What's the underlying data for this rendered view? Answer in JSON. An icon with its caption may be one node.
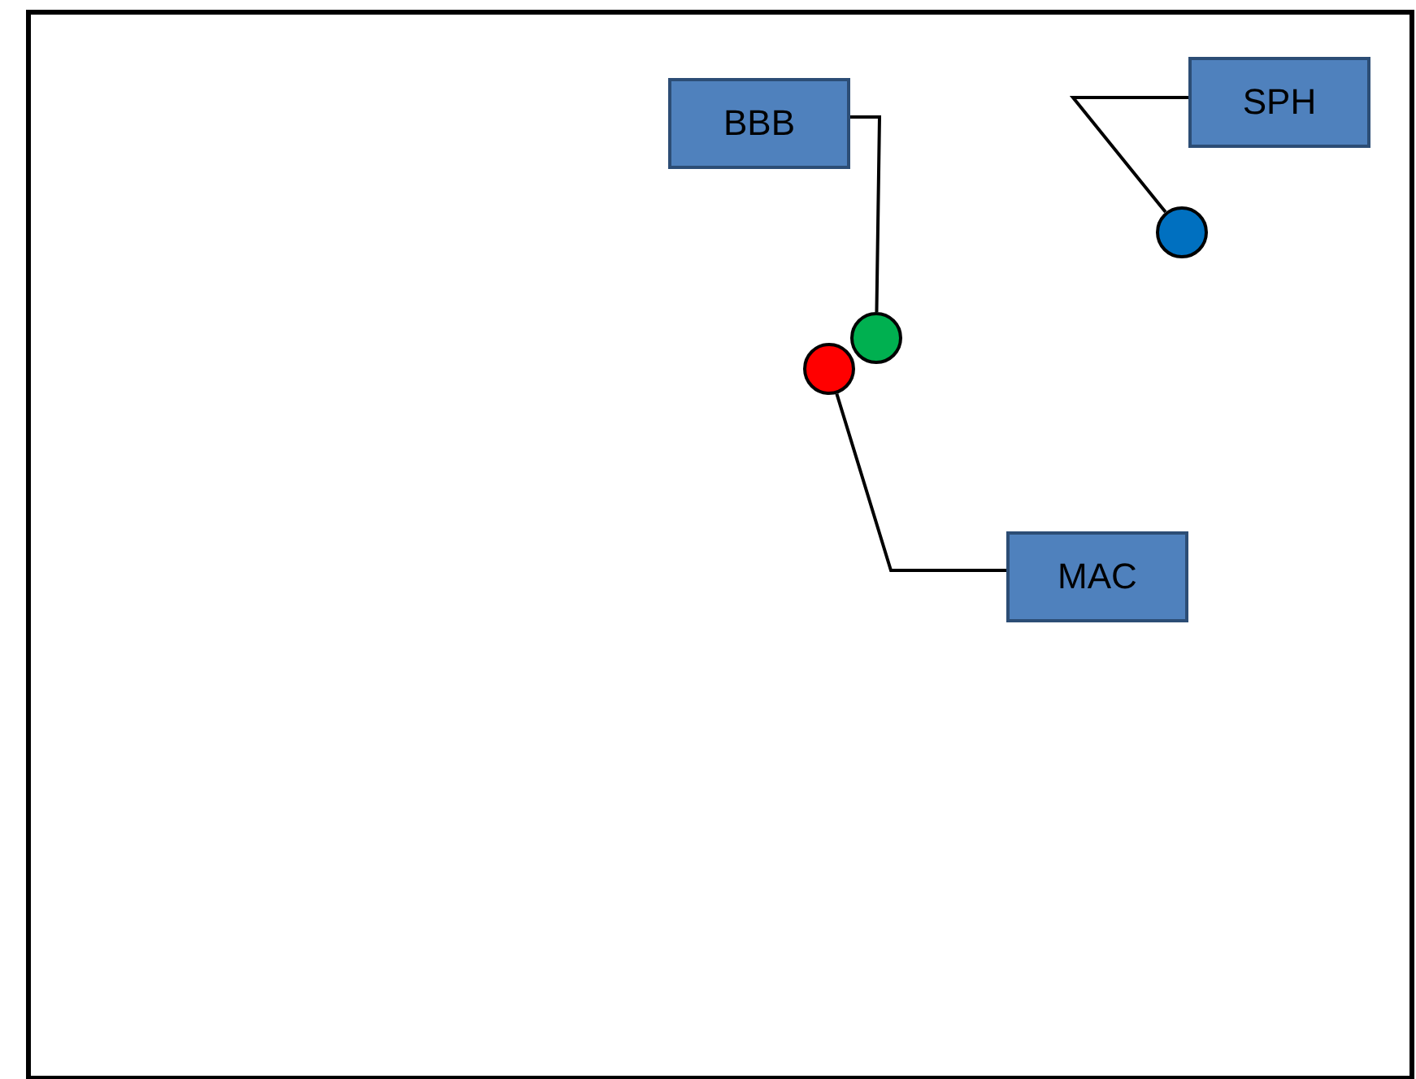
{
  "diagram": {
    "nodes": [
      {
        "text": [
          "BBB"
        ]
      },
      {
        "text": [
          "SPH"
        ]
      },
      {
        "text": [],
        "shape": "circle"
      },
      {
        "text": [],
        "shape": "circle"
      },
      {
        "text": [],
        "shape": "circle"
      },
      {
        "text": [
          "MAC"
        ]
      }
    ],
    "edges": [
      {
        "from": 0,
        "to": 3,
        "arrow": "none"
      },
      {
        "from": 1,
        "to": 2,
        "arrow": "none"
      },
      {
        "from": 5,
        "to": 4,
        "arrow": "none"
      }
    ]
  }
}
